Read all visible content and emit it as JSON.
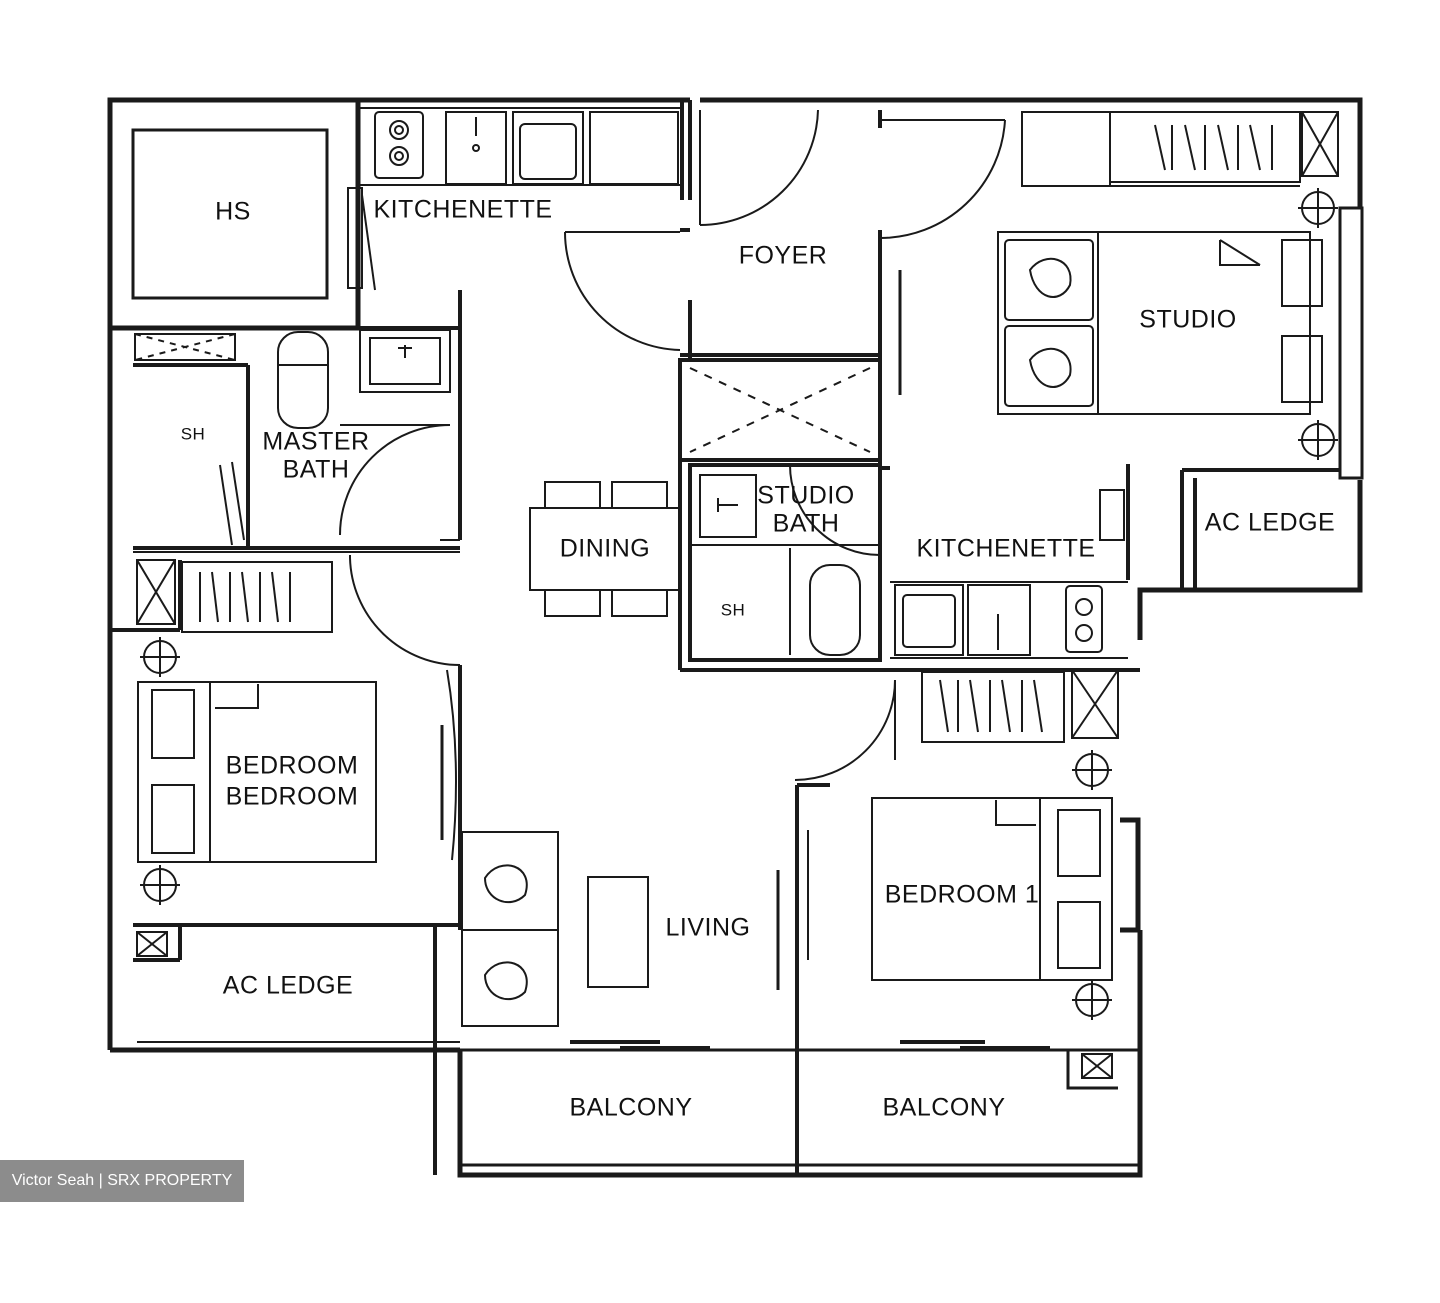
{
  "rooms": {
    "hs": "HS",
    "kitchenette_top": "KITCHENETTE",
    "foyer": "FOYER",
    "studio": "STUDIO",
    "sh_master": "SH",
    "master_bath": "MASTER BATH",
    "studio_bath": "STUDIO BATH",
    "dining": "DINING",
    "kitchenette_studio": "KITCHENETTE",
    "ac_ledge_right": "AC LEDGE",
    "sh_studio": "SH",
    "bedroom_2_overlap": "BEDROOM",
    "bedroom_2": "BEDROOM",
    "living": "LIVING",
    "bedroom_1": "BEDROOM 1",
    "ac_ledge_left": "AC LEDGE",
    "balcony_left": "BALCONY",
    "balcony_right": "BALCONY"
  },
  "watermark": "Victor Seah | SRX PROPERTY",
  "colors": {
    "line": "#1a1a1a",
    "wall": "#111111",
    "watermark_bg": "#8c8c8c"
  }
}
